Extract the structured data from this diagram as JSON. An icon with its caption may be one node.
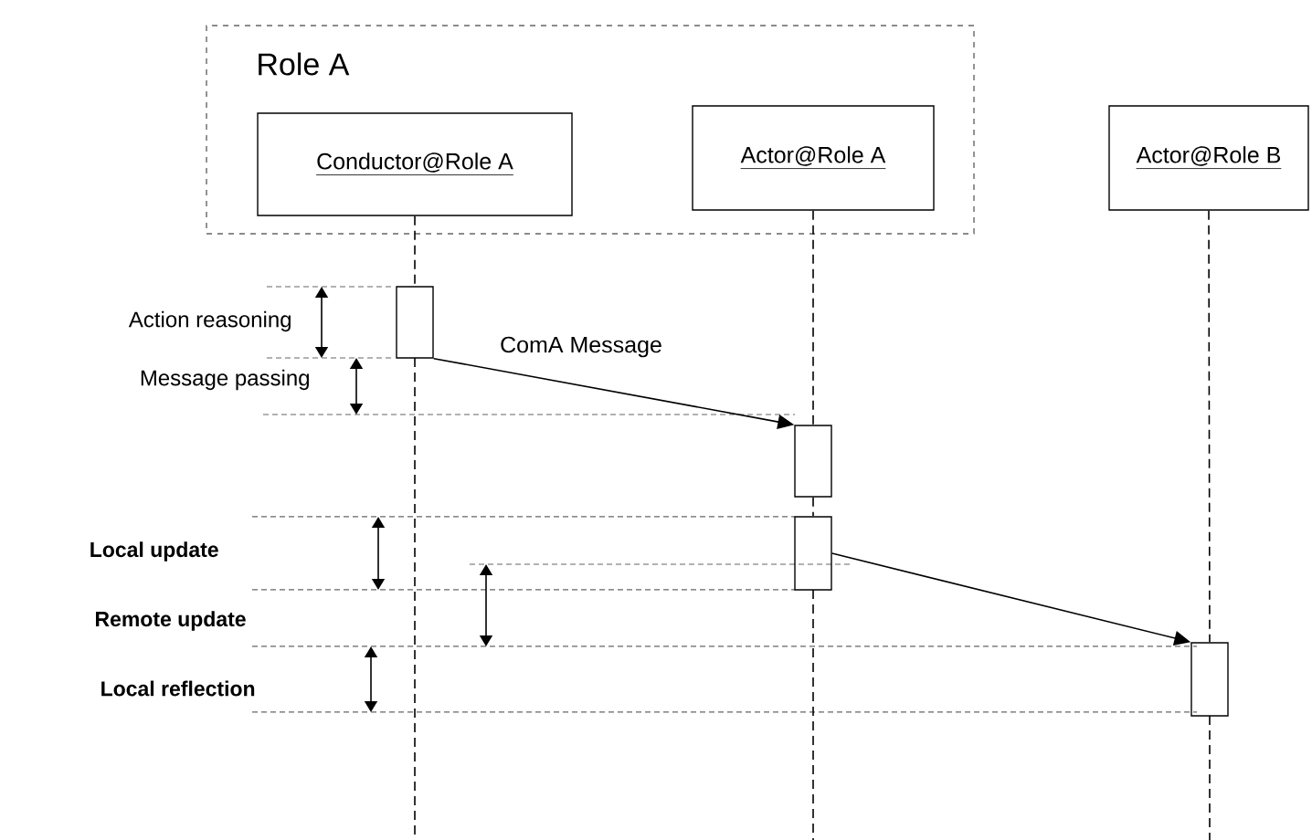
{
  "diagram": {
    "nodes": [
      {
        "text": [
          "Role A"
        ]
      },
      {
        "text": [
          "Conductor@Role A"
        ],
        "in": 0
      },
      {
        "text": [
          "Actor@Role A"
        ],
        "in": 0
      },
      {
        "text": [
          "Actor@Role B"
        ]
      },
      {
        "text": [],
        "shape": "box"
      },
      {
        "text": [],
        "shape": "box"
      },
      {
        "text": [],
        "shape": "box"
      },
      {
        "text": [],
        "shape": "box"
      }
    ],
    "edges": [
      {
        "from": 1,
        "to": 4,
        "arrow": "none",
        "style": "dashed"
      },
      {
        "from": 2,
        "to": 5,
        "arrow": "none",
        "style": "dashed"
      },
      {
        "from": 5,
        "to": 6,
        "arrow": "none",
        "style": "dashed"
      },
      {
        "from": 3,
        "to": 7,
        "arrow": "none",
        "style": "dashed"
      },
      {
        "from": 4,
        "to": 5,
        "arrow": "to",
        "label": "ComA Message"
      },
      {
        "from": 6,
        "to": 7,
        "arrow": "to"
      }
    ],
    "labels": [
      "Action reasoning",
      "Message passing",
      "Local update",
      "Remote update",
      "Local reflection"
    ]
  }
}
